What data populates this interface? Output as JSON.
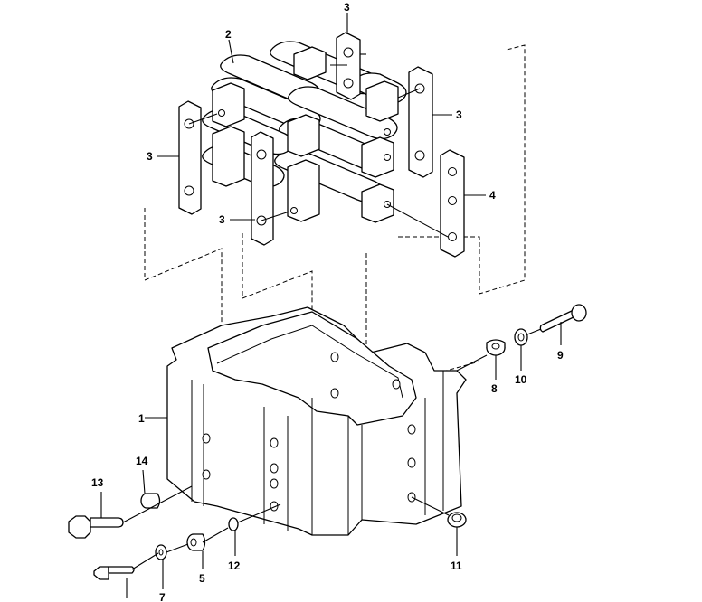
{
  "callouts": {
    "c1": "1",
    "c2": "2",
    "c3_top": "3",
    "c3_right": "3",
    "c3_left": "3",
    "c3_mid": "3",
    "c4": "4",
    "c5": "5",
    "c7": "7",
    "c8": "8",
    "c9": "9",
    "c10": "10",
    "c11": "11",
    "c12": "12",
    "c13": "13",
    "c14": "14"
  }
}
